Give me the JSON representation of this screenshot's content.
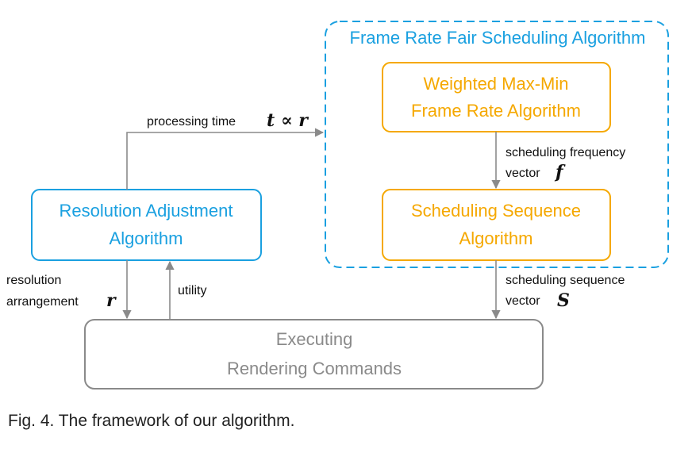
{
  "colors": {
    "blue": "#1aa0e0",
    "orange": "#f5a800",
    "gray": "#8a8a8a",
    "text": "#111111"
  },
  "diagram": {
    "group": {
      "label": "Frame Rate Fair Scheduling Algorithm"
    },
    "nodes": {
      "weighted": {
        "line1": "Weighted Max-Min",
        "line2": "Frame Rate Algorithm"
      },
      "sequence": {
        "line1": "Scheduling Sequence",
        "line2": "Algorithm"
      },
      "resolution": {
        "line1": "Resolution Adjustment",
        "line2": "Algorithm"
      },
      "executing": {
        "line1": "Executing",
        "line2": "Rendering Commands"
      }
    },
    "edges": {
      "processing_time": {
        "text": "processing time",
        "math": "t ∝ r"
      },
      "frequency": {
        "line1": "scheduling frequency",
        "line2": "vector",
        "math": "f"
      },
      "sequence": {
        "line1": "scheduling sequence",
        "line2": "vector",
        "math": "S"
      },
      "resolution": {
        "line1": "resolution",
        "line2": "arrangement",
        "math": "r"
      },
      "utility": {
        "text": "utility"
      }
    }
  },
  "caption": "Fig. 4. The framework of our algorithm."
}
